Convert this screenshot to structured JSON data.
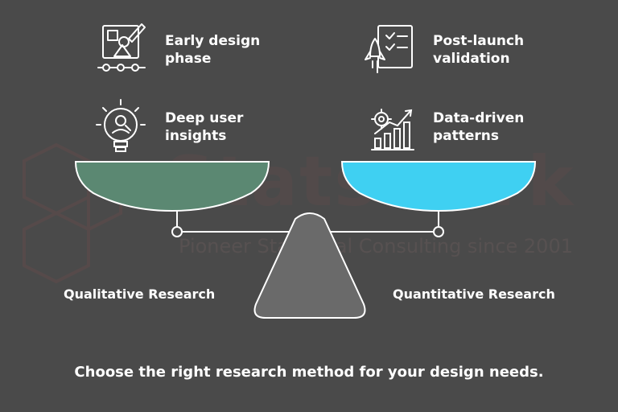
{
  "watermark": {
    "name": "Statswork",
    "tagline": "Pioneer Statistical Consulting since 2001"
  },
  "left_items": [
    {
      "label_line1": "Early design",
      "label_line2": "phase",
      "icon": "design-icon"
    },
    {
      "label_line1": "Deep user",
      "label_line2": "insights",
      "icon": "lightbulb-user-icon"
    }
  ],
  "right_items": [
    {
      "label_line1": "Post-launch",
      "label_line2": "validation",
      "icon": "rocket-checklist-icon"
    },
    {
      "label_line1": "Data-driven",
      "label_line2": "patterns",
      "icon": "gear-bar-chart-icon"
    }
  ],
  "left_pan_label": "Qualitative Research",
  "right_pan_label": "Quantitative Research",
  "caption": "Choose the right research method for your design needs.",
  "colors": {
    "background": "#4a4a4a",
    "left_pan": "#5b8872",
    "right_pan": "#3fd0f2",
    "fulcrum": "#6a6a6a"
  }
}
